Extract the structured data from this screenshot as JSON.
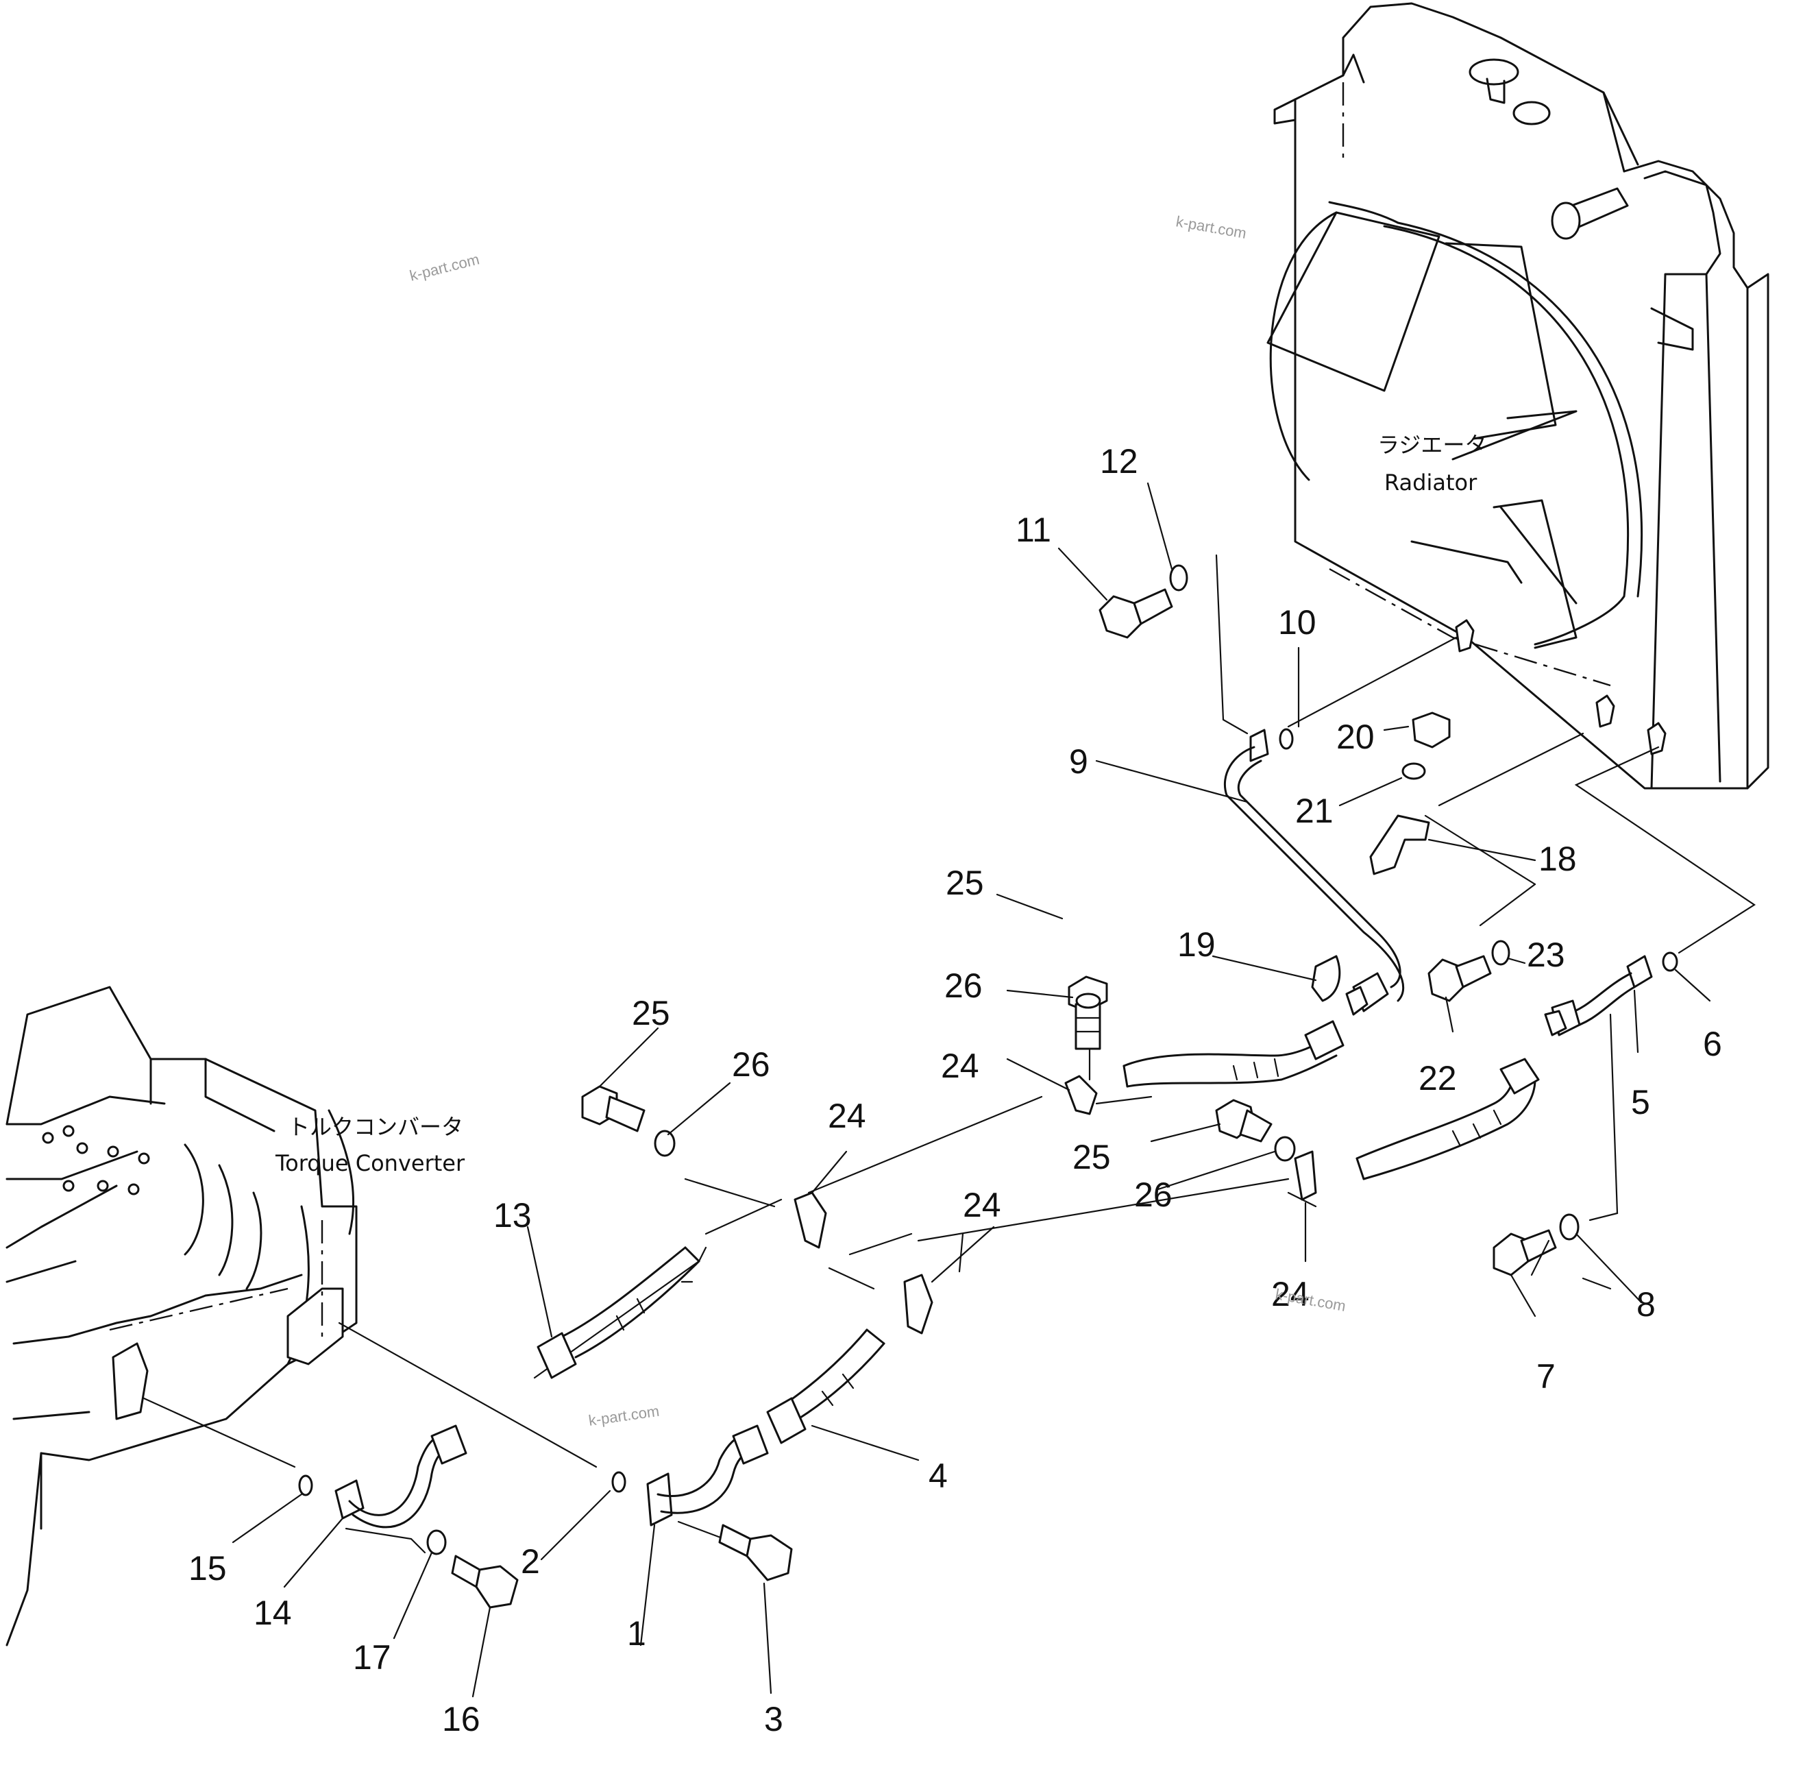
{
  "labels": {
    "radiator_jp": "ラジエータ",
    "radiator_en": "Radiator",
    "torque_converter_jp": "トルクコンバータ",
    "torque_converter_en": "Torque Converter"
  },
  "callouts": {
    "c1": "1",
    "c2": "2",
    "c3": "3",
    "c4": "4",
    "c5": "5",
    "c6": "6",
    "c7": "7",
    "c8": "8",
    "c9": "9",
    "c10": "10",
    "c11": "11",
    "c12": "12",
    "c13": "13",
    "c14": "14",
    "c15": "15",
    "c16": "16",
    "c17": "17",
    "c18": "18",
    "c19": "19",
    "c20": "20",
    "c21": "21",
    "c22": "22",
    "c23": "23",
    "c24": "24",
    "c25": "25",
    "c26": "26"
  },
  "watermark": "k-part.com"
}
